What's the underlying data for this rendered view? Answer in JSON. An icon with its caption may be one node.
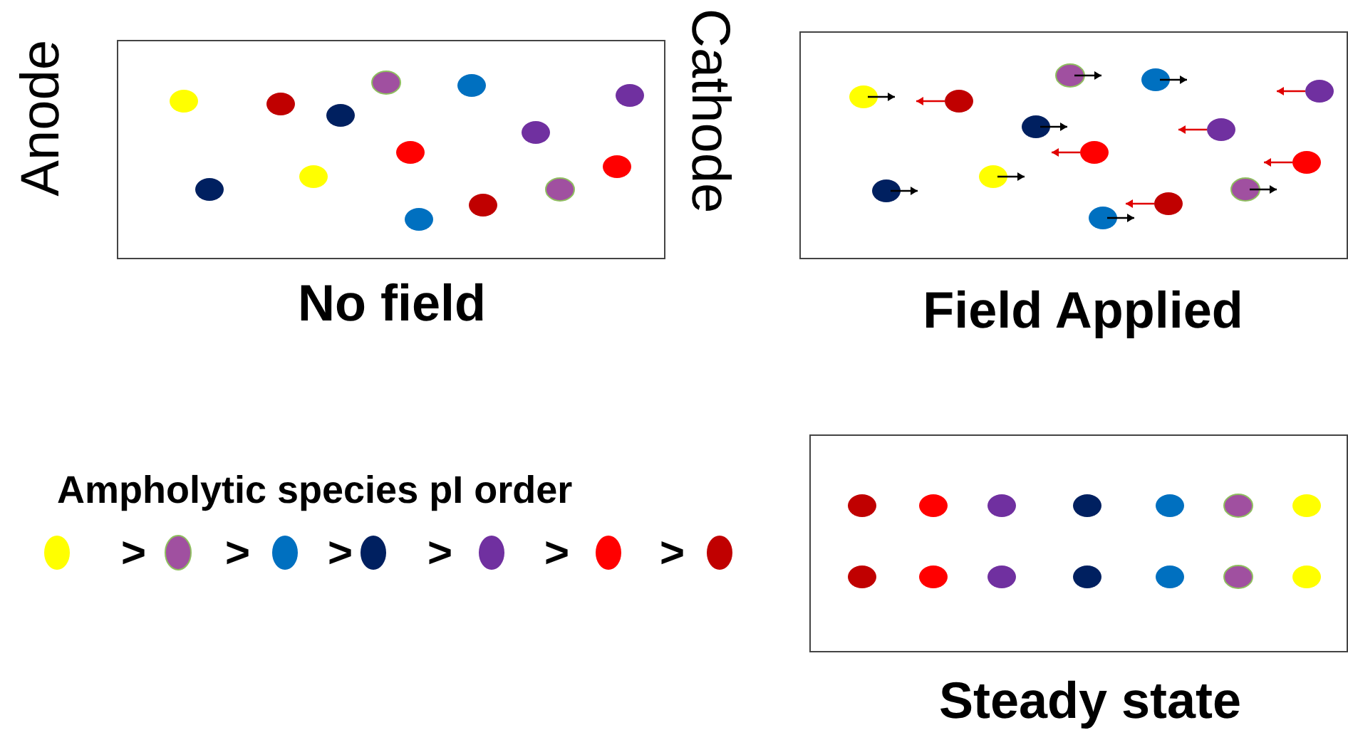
{
  "diagram": {
    "nodes": [
      {
        "text": [
          "No field"
        ]
      },
      {
        "text": [
          "Field Applied"
        ]
      },
      {
        "text": [
          "Steady state"
        ]
      }
    ],
    "labels": [
      "Anode",
      "Cathode",
      "Ampholytic species pI order",
      ">",
      ">",
      ">",
      ">",
      ">",
      ">"
    ]
  }
}
